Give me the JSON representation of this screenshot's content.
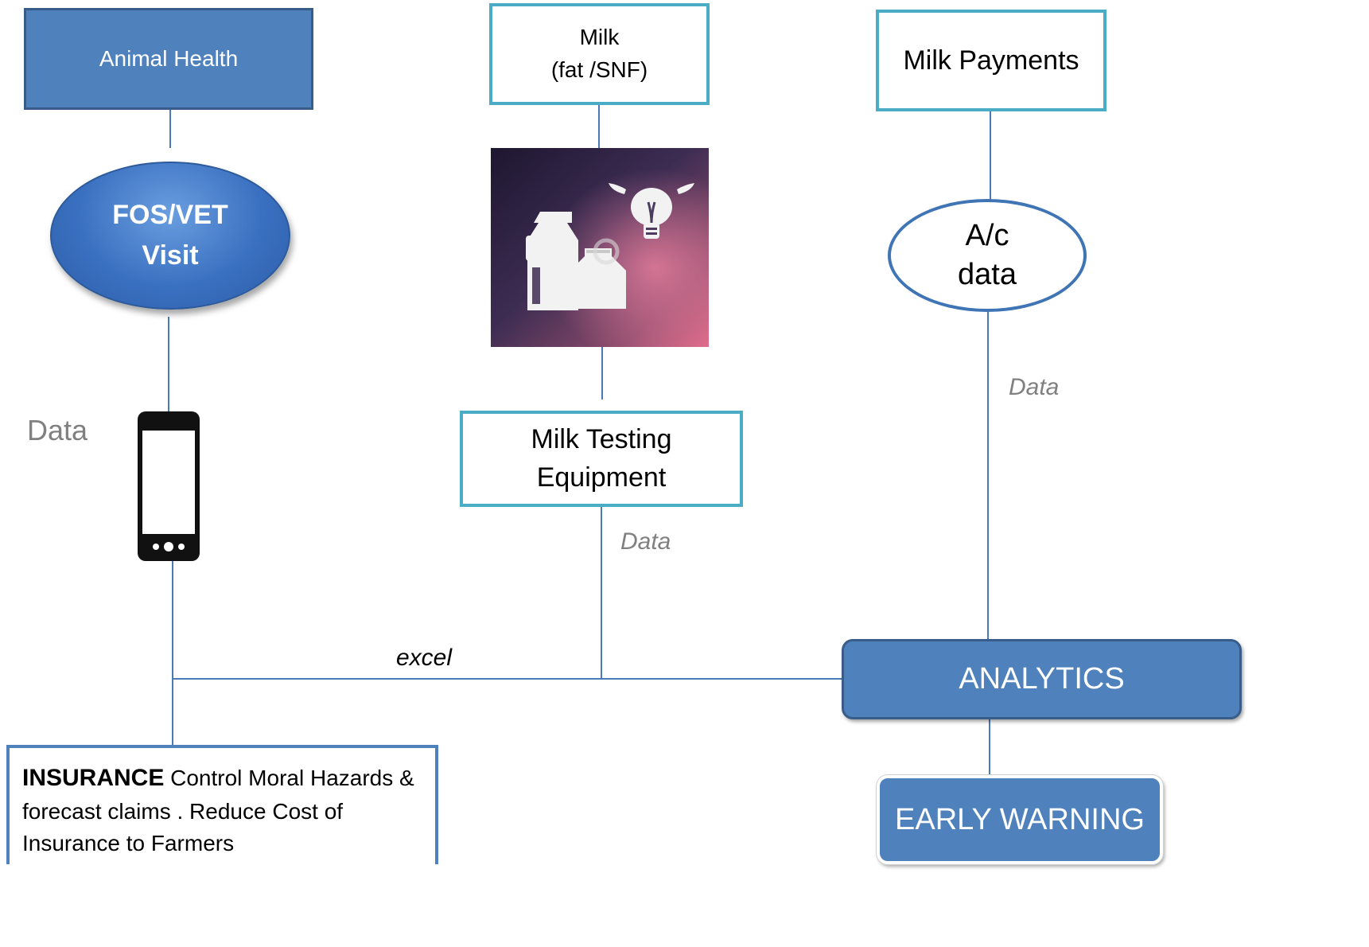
{
  "animal_health": {
    "label": "Animal Health"
  },
  "fos_vet": {
    "line1": "FOS/VET",
    "line2": "Visit"
  },
  "data_left": "Data",
  "milk": {
    "line1": "Milk",
    "line2": "(fat /SNF)"
  },
  "milk_testing": {
    "line1": "Milk Testing",
    "line2": "Equipment"
  },
  "data_mid": "Data",
  "milk_payments": {
    "label": "Milk Payments"
  },
  "ac_data": {
    "line1": "A/c",
    "line2": "data"
  },
  "data_right": "Data",
  "excel_label": "excel",
  "analytics": {
    "label": "ANALYTICS"
  },
  "early_warning": {
    "label": "EARLY WARNING"
  },
  "insurance": {
    "bold": "INSURANCE",
    "rest": " Control Moral Hazards & forecast claims . Reduce Cost of Insurance to Farmers"
  },
  "colors": {
    "dark_fill": "#4f81bd",
    "dark_border": "#385d8a",
    "outline_teal": "#4bacc6",
    "connector": "#4a7ab8"
  },
  "icons": [
    "milk-cans-cow-icon",
    "mobile-phone-icon"
  ]
}
